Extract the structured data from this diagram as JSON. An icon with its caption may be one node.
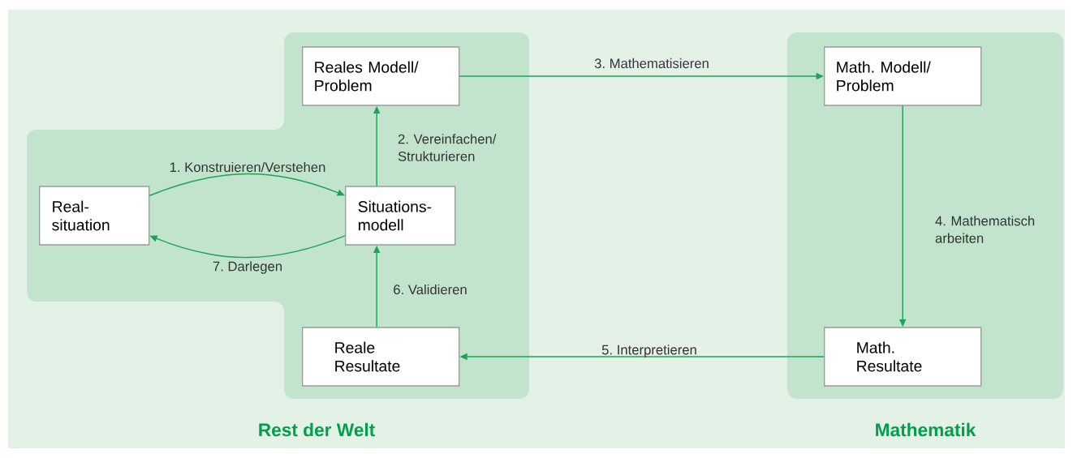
{
  "diagram": {
    "nodes": [
      {
        "text": [
          "Rest der Welt"
        ]
      },
      {
        "text": [
          "Mathematik"
        ]
      },
      {
        "text": [
          "Reales Modell/ Problem"
        ],
        "in": 0
      },
      {
        "text": [
          "Real- situation"
        ],
        "in": 0
      },
      {
        "text": [
          "Situations- modell"
        ],
        "in": 0
      },
      {
        "text": [
          "Reale Resultate"
        ],
        "in": 0
      },
      {
        "text": [
          "Math. Modell/ Problem"
        ],
        "in": 1
      },
      {
        "text": [
          "Math. Resultate"
        ],
        "in": 1
      }
    ],
    "edges": [
      {
        "from": 3,
        "to": 4,
        "arrow": "to",
        "label": "1. Konstruieren/Verstehen"
      },
      {
        "from": 4,
        "to": 2,
        "arrow": "to",
        "label": "2. Vereinfachen/ Strukturieren"
      },
      {
        "from": 2,
        "to": 6,
        "arrow": "to",
        "label": "3. Mathematisieren"
      },
      {
        "from": 6,
        "to": 7,
        "arrow": "to",
        "label": "4. Mathematisch arbeiten"
      },
      {
        "from": 7,
        "to": 5,
        "arrow": "to",
        "label": "5. Interpretieren"
      },
      {
        "from": 5,
        "to": 4,
        "arrow": "to",
        "label": "6. Validieren"
      },
      {
        "from": 4,
        "to": 3,
        "arrow": "to",
        "label": "7. Darlegen"
      }
    ]
  }
}
